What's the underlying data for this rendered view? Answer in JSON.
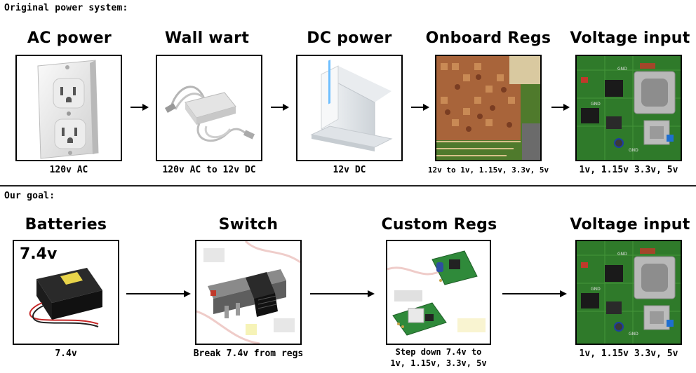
{
  "top": {
    "heading": "Original power system:",
    "stages": [
      {
        "title": "AC power",
        "caption": "120v AC",
        "image": "wall-outlet"
      },
      {
        "title": "Wall wart",
        "caption": "120v AC to 12v DC",
        "image": "power-adapter"
      },
      {
        "title": "DC power",
        "caption": "12v DC",
        "image": "console"
      },
      {
        "title": "Onboard Regs",
        "caption": "12v to 1v, 1.15v, 3.3v, 5v",
        "image": "circuit-board-closeup"
      },
      {
        "title": "Voltage input",
        "caption": "1v, 1.15v 3.3v, 5v",
        "image": "circuit-board"
      }
    ]
  },
  "bottom": {
    "heading": "Our goal:",
    "stages": [
      {
        "title": "Batteries",
        "caption": "7.4v",
        "corner_label": "7.4v",
        "image": "battery-pack"
      },
      {
        "title": "Switch",
        "caption": "Break 7.4v from regs",
        "image": "slide-switch"
      },
      {
        "title": "Custom Regs",
        "caption_lines": [
          "Step down 7.4v to",
          "1v, 1.15v, 3.3v, 5v"
        ],
        "image": "regulator-modules"
      },
      {
        "title": "Voltage input",
        "caption": "1v, 1.15v 3.3v, 5v",
        "image": "circuit-board"
      }
    ]
  },
  "colors": {
    "board_green": "#2f7a2a",
    "board_copper": "#c0783a",
    "line": "#000000"
  }
}
